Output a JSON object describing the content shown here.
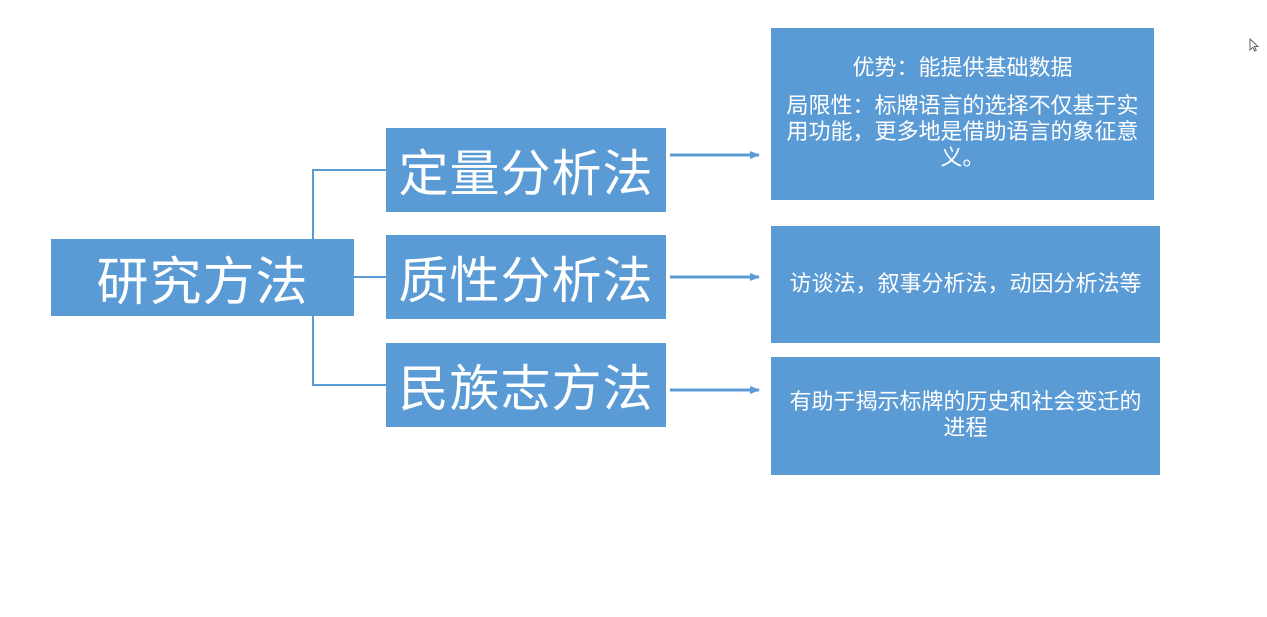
{
  "diagram": {
    "root": {
      "label": "研究方法"
    },
    "methods": [
      {
        "label": "定量分析法"
      },
      {
        "label": "质性分析法"
      },
      {
        "label": "民族志方法"
      }
    ],
    "descriptions": [
      {
        "advantage": "优势：能提供基础数据",
        "limitation": "局限性：标牌语言的选择不仅基于实用功能，更多地是借助语言的象征意义。"
      },
      {
        "text": "访谈法，叙事分析法，动因分析法等"
      },
      {
        "text": "有助于揭示标牌的历史和社会变迁的进程"
      }
    ]
  },
  "colors": {
    "box_fill": "#5b9bd5",
    "connector": "#5b9bd5",
    "text": "#ffffff",
    "background": "#ffffff"
  },
  "icons": {
    "cursor": "mouse-pointer-icon"
  }
}
